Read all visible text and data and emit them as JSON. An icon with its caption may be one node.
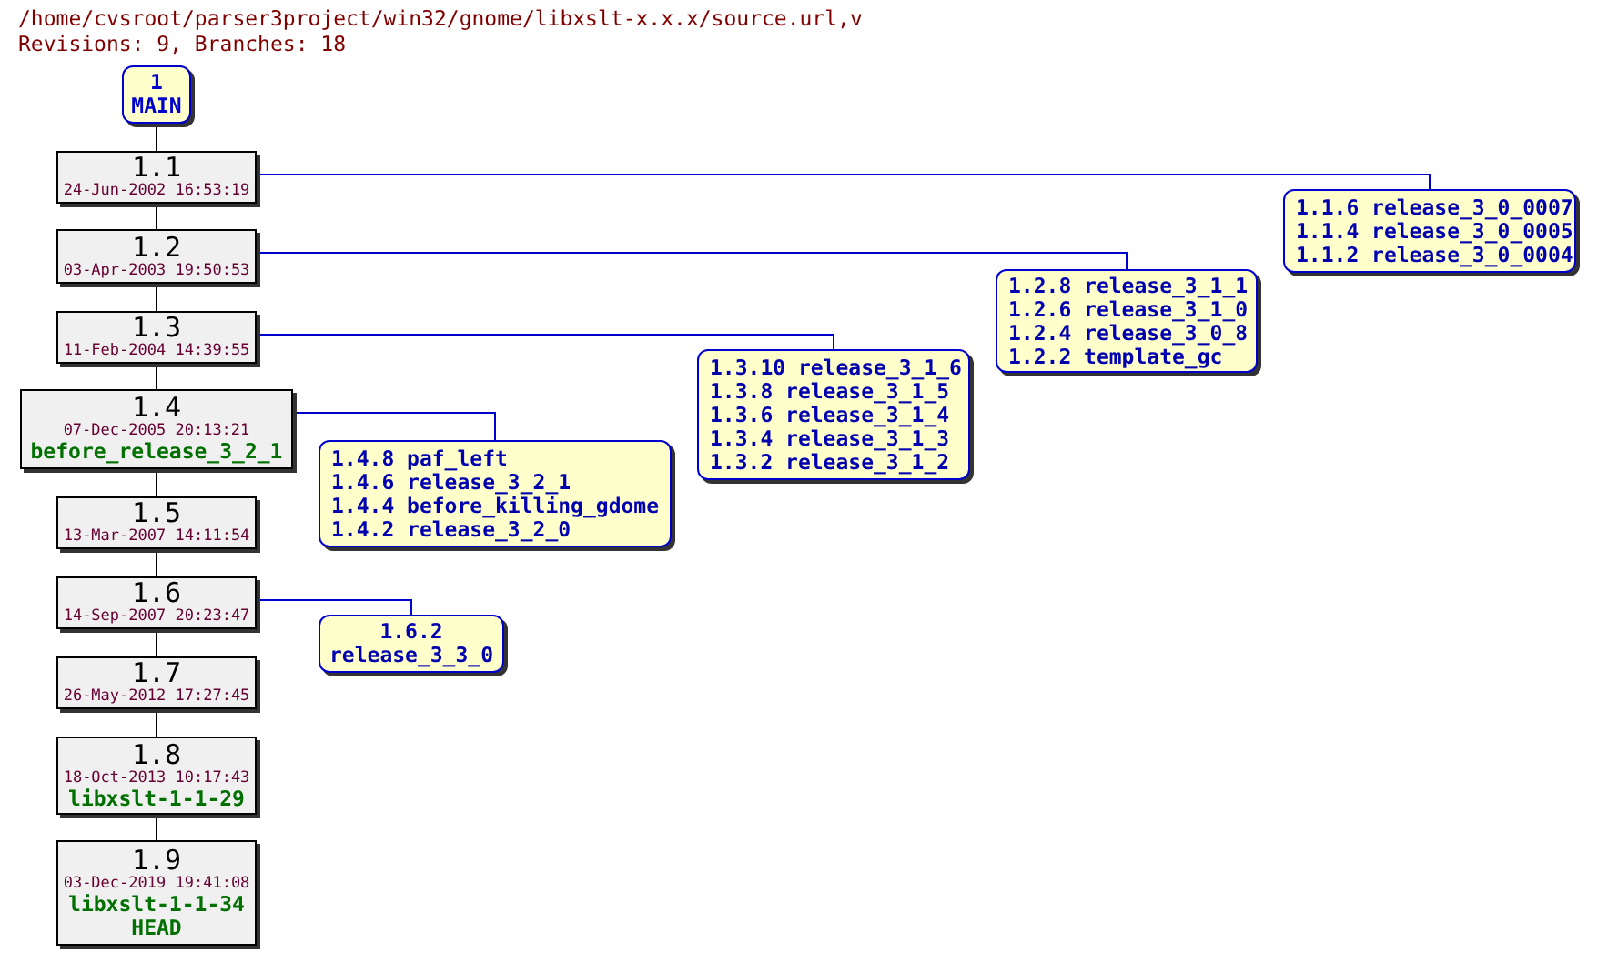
{
  "diagram": {
    "title": "/home/cvsroot/parser3project/win32/gnome/libxslt-x.x.x/source.url,v",
    "nodes": [
      {
        "text": [
          "1",
          "MAIN"
        ]
      },
      {
        "text": [
          "1.1",
          "24-Jun-2002 16:53:19"
        ]
      },
      {
        "text": [
          "1.1.6 release_3_0_0007",
          "1.1.4 release_3_0_0005",
          "1.1.2 release_3_0_0004"
        ]
      },
      {
        "text": [
          "1.2",
          "03-Apr-2003 19:50:53"
        ]
      },
      {
        "text": [
          "1.2.8 release_3_1_1",
          "1.2.6 release_3_1_0",
          "1.2.4 release_3_0_8",
          "1.2.2 template_gc"
        ]
      },
      {
        "text": [
          "1.3",
          "11-Feb-2004 14:39:55"
        ]
      },
      {
        "text": [
          "1.3.10 release_3_1_6",
          "1.3.8 release_3_1_5",
          "1.3.6 release_3_1_4",
          "1.3.4 release_3_1_3",
          "1.3.2 release_3_1_2"
        ]
      },
      {
        "text": [
          "1.4",
          "07-Dec-2005 20:13:21",
          "before_release_3_2_1"
        ]
      },
      {
        "text": [
          "1.4.8 paf_left",
          "1.4.6 release_3_2_1",
          "1.4.4 before_killing_gdome",
          "1.4.2 release_3_2_0"
        ]
      },
      {
        "text": [
          "1.5",
          "13-Mar-2007 14:11:54"
        ]
      },
      {
        "text": [
          "1.6",
          "14-Sep-2007 20:23:47"
        ]
      },
      {
        "text": [
          "1.6.2",
          "release_3_3_0"
        ]
      },
      {
        "text": [
          "1.7",
          "26-May-2012 17:27:45"
        ]
      },
      {
        "text": [
          "1.8",
          "18-Oct-2013 10:17:43",
          "libxslt-1-1-29"
        ]
      },
      {
        "text": [
          "1.9",
          "03-Dec-2019 19:41:08",
          "libxslt-1-1-34",
          "HEAD"
        ]
      }
    ],
    "edges": [
      {
        "from": 0,
        "to": 1,
        "arrow": "none"
      },
      {
        "from": 1,
        "to": 3,
        "arrow": "none"
      },
      {
        "from": 3,
        "to": 5,
        "arrow": "none"
      },
      {
        "from": 5,
        "to": 7,
        "arrow": "none"
      },
      {
        "from": 7,
        "to": 9,
        "arrow": "none"
      },
      {
        "from": 9,
        "to": 10,
        "arrow": "none"
      },
      {
        "from": 10,
        "to": 12,
        "arrow": "none"
      },
      {
        "from": 12,
        "to": 13,
        "arrow": "none"
      },
      {
        "from": 13,
        "to": 14,
        "arrow": "none"
      },
      {
        "from": 1,
        "to": 2,
        "arrow": "none",
        "color": "#0000cc"
      },
      {
        "from": 3,
        "to": 4,
        "arrow": "none",
        "color": "#0000cc"
      },
      {
        "from": 5,
        "to": 6,
        "arrow": "none",
        "color": "#0000cc"
      },
      {
        "from": 7,
        "to": 8,
        "arrow": "none",
        "color": "#0000cc"
      },
      {
        "from": 10,
        "to": 11,
        "arrow": "none",
        "color": "#0000cc"
      }
    ],
    "labels": [
      "Revisions: 9, Branches: 18"
    ]
  }
}
